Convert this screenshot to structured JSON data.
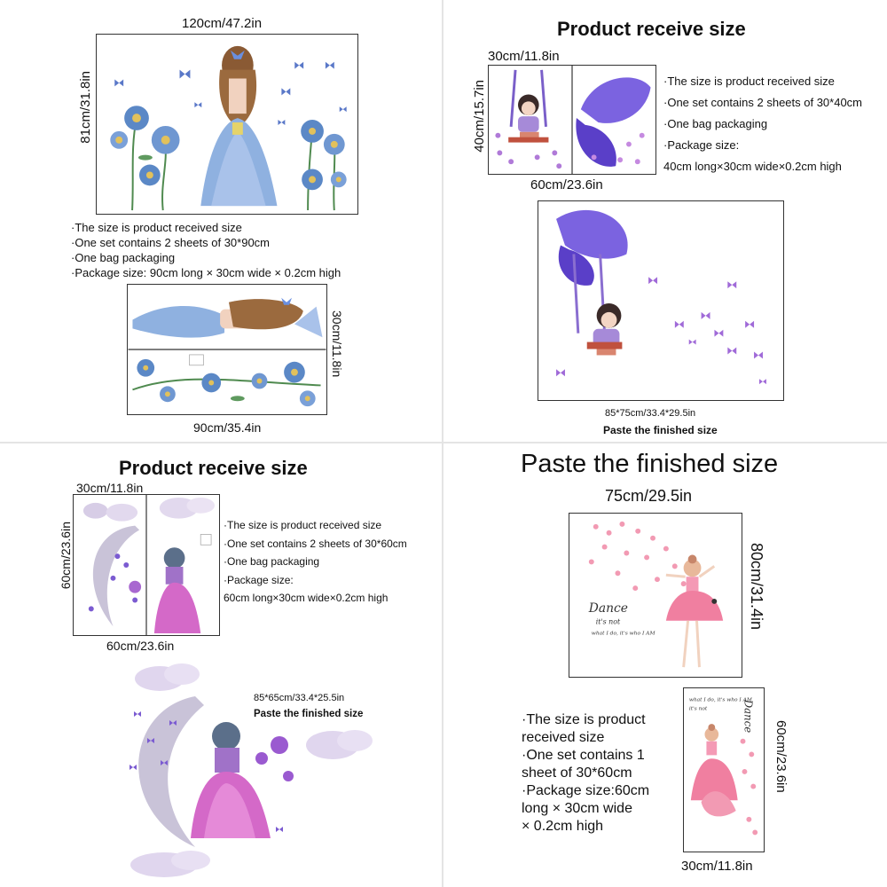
{
  "panels": {
    "top_left": {
      "width_label": "120cm/47.2in",
      "height_label": "81cm/31.8in",
      "info": [
        "·The size is product received size",
        "·One set contains 2 sheets of 30*90cm",
        "·One bag packaging",
        "·Package size: 90cm long × 30cm wide × 0.2cm high"
      ],
      "sheet_width_label": "90cm/35.4in",
      "sheet_height_label": "30cm/11.8in"
    },
    "top_right": {
      "heading": "Product receive size",
      "sheet_width_label": "30cm/11.8in",
      "sheet_height_label": "40cm/15.7in",
      "set_width_label": "60cm/23.6in",
      "info": [
        "·The size is product received size",
        "·One set contains 2 sheets of 30*40cm",
        "·One bag packaging",
        "·Package size:",
        "40cm long×30cm wide×0.2cm high"
      ],
      "finished_dims": "85*75cm/33.4*29.5in",
      "finished_caption": "Paste the finished size"
    },
    "bottom_left": {
      "heading": "Product receive size",
      "sheet_width_label": "30cm/11.8in",
      "set_height_label": "60cm/23.6in",
      "sheet_height_label": "60cm/23.6in",
      "set_width_label": "60cm/23.6in",
      "info": [
        "·The size is product received size",
        "·One set contains 2 sheets of 30*60cm",
        "·One bag packaging",
        "·Package size:",
        "60cm long×30cm wide×0.2cm high"
      ],
      "finished_dims": "85*65cm/33.4*25.5in",
      "finished_caption": "Paste the finished size"
    },
    "bottom_right": {
      "heading": "Paste the finished size",
      "finished_width_label": "75cm/29.5in",
      "finished_height_label": "80cm/31.4in",
      "art_text_1": "Dance",
      "art_text_2": "it's not",
      "art_text_3": "what I do, it's who I AM",
      "info": [
        "·The size is product",
        "received size",
        "·One set contains 1",
        "sheet of 30*60cm",
        "·Package size:60cm",
        "long × 30cm wide",
        "× 0.2cm high"
      ],
      "sheet_height_label": "60cm/23.6in",
      "sheet_width_label": "30cm/11.8in"
    }
  },
  "colors": {
    "blue_flower": "#5b88c6",
    "blue_dress": "#8fb1e0",
    "purple": "#6a4bd1",
    "lavender": "#b89ae0",
    "pink": "#f07fa0",
    "moon": "#c9c3d8"
  }
}
